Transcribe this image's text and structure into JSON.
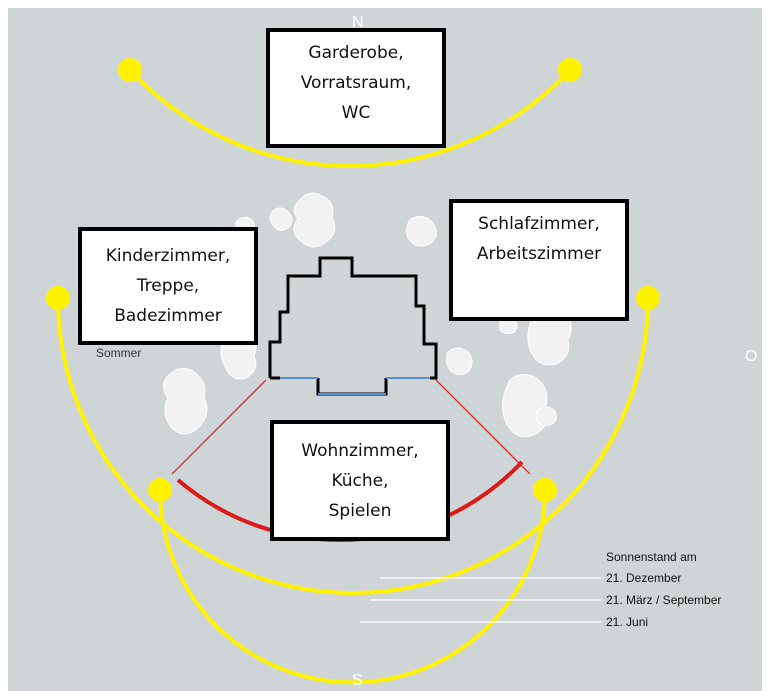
{
  "compass": {
    "north": "N",
    "east": "O",
    "south": "S"
  },
  "rooms": {
    "north": "Garderobe,\nVorratsraum,\nWC",
    "west": "Kinderzimmer,\nTreppe,\nBadezimmer",
    "east": "Schlafzimmer,\nArbeitszimmer",
    "south": "Wohnzimmer,\nKüche,\nSpielen"
  },
  "season_label": "Sommer",
  "legend": {
    "title": "Sonnenstand am",
    "items": [
      "21. Dezember",
      "21. März / September",
      "21. Juni"
    ]
  },
  "colors": {
    "background": "#cfd5d6",
    "sun_path": "#fff200",
    "sun_exposure_arc": "#dd1a1a",
    "window": "#5b8fd0",
    "walls": "#000000"
  }
}
